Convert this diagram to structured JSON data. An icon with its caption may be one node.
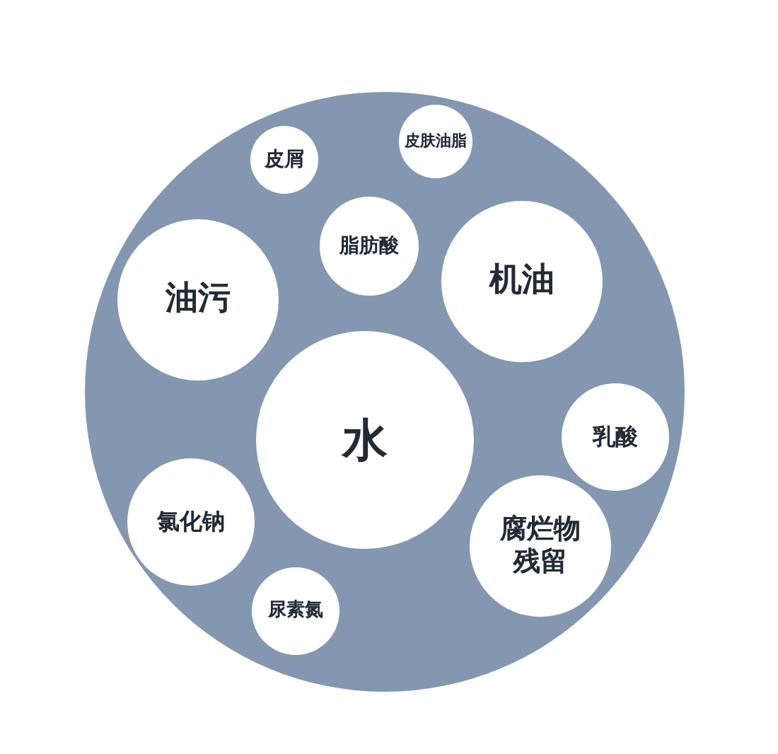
{
  "diagram": {
    "nodes": [
      {
        "text": [],
        "shape": "circle"
      },
      {
        "text": [
          "皮肤油脂"
        ],
        "in": 0
      },
      {
        "text": [
          "皮屑"
        ],
        "in": 0
      },
      {
        "text": [
          "脂肪酸"
        ],
        "in": 0
      },
      {
        "text": [
          "机油"
        ],
        "in": 0
      },
      {
        "text": [
          "油污"
        ],
        "in": 0
      },
      {
        "text": [
          "乳酸"
        ],
        "in": 0
      },
      {
        "text": [
          "水"
        ],
        "in": 0
      },
      {
        "text": [
          "氯化钠"
        ],
        "in": 0
      },
      {
        "text": [
          "腐烂物残留"
        ],
        "in": 0
      },
      {
        "text": [
          "尿素氮"
        ],
        "in": 0
      }
    ]
  }
}
